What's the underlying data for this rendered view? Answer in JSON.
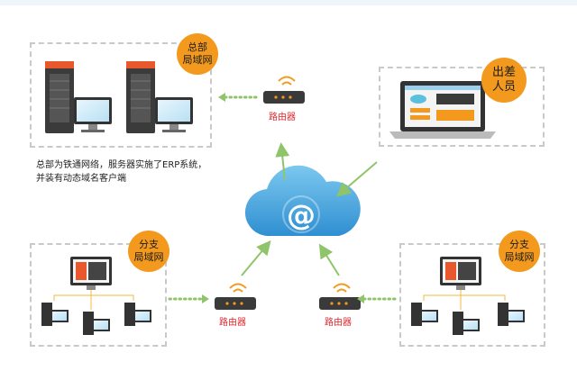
{
  "hq": {
    "badge_line1": "总部",
    "badge_line2": "局域网",
    "note_line1": "总部为铁通网络，服务器实施了ERP系统，",
    "note_line2": "并装有动态域名客户端"
  },
  "travel": {
    "badge_line1": "出差",
    "badge_line2": "人员"
  },
  "branch_left": {
    "badge_line1": "分支",
    "badge_line2": "局域网"
  },
  "branch_right": {
    "badge_line1": "分支",
    "badge_line2": "局域网"
  },
  "routers": {
    "top": "路由器",
    "bottom_left": "路由器",
    "bottom_right": "路由器"
  },
  "cloud": {
    "symbol": "@"
  },
  "colors": {
    "accent": "#f39a1e",
    "router_text": "#e0262d",
    "arrow": "#8fc46a",
    "cloud": "#3aa0d8"
  }
}
